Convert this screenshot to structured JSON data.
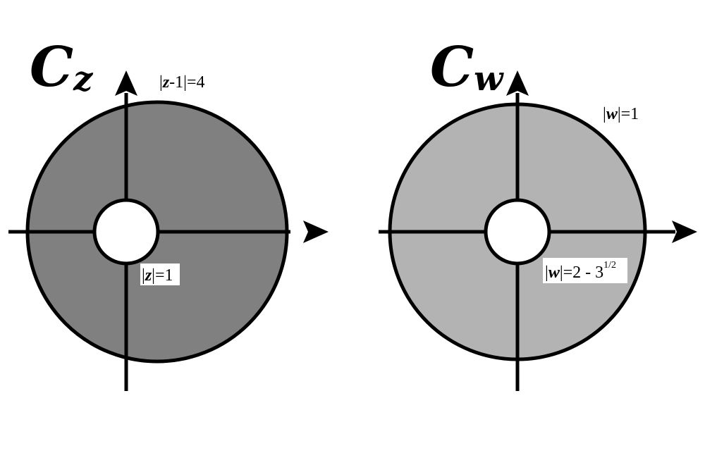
{
  "colors": {
    "background": "#ffffff",
    "z_annulus_fill": "#808080",
    "w_annulus_fill": "#b3b3b3",
    "hole_fill": "#ffffff",
    "stroke": "#000000",
    "label_box": "#ffffff"
  },
  "z_plane": {
    "title_main": "C",
    "title_sub": "z",
    "outer_label": {
      "bar_left": "|",
      "var": "z",
      "rest": "-1|=4"
    },
    "inner_label": {
      "bar_left": "|",
      "var": "z",
      "rest": "|=1"
    }
  },
  "w_plane": {
    "title_main": "C",
    "title_sub": "w",
    "outer_label": {
      "bar_left": "|",
      "var": "w",
      "rest": "|=1"
    },
    "inner_label": {
      "bar_left": "|",
      "var": "w",
      "rest": "|=2 - 3",
      "superscript": "1/2"
    }
  }
}
